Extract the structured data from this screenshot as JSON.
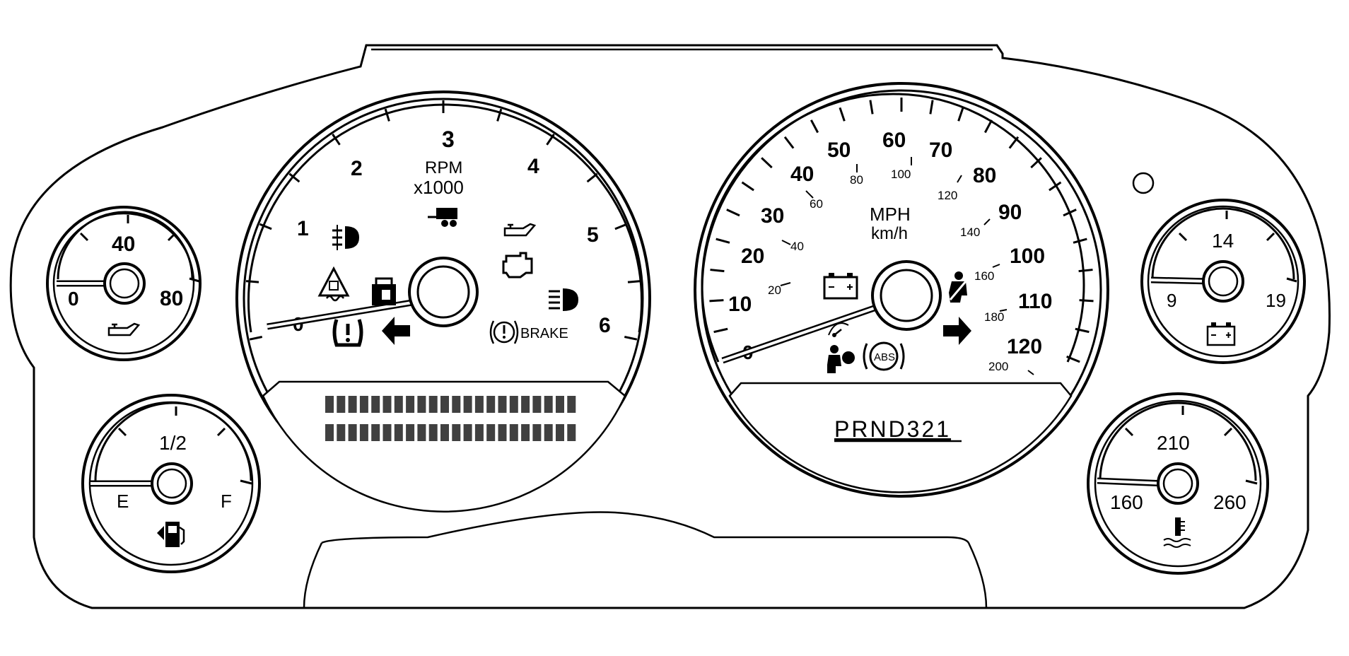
{
  "tachometer": {
    "labels": [
      "1",
      "2",
      "3",
      "4",
      "5",
      "6"
    ],
    "zero_label": "0",
    "title": "RPM",
    "multiplier": "x1000",
    "brake_label": "BRAKE",
    "needle_value": 0.2
  },
  "speedometer": {
    "mph_labels": [
      "10",
      "20",
      "30",
      "40",
      "50",
      "60",
      "70",
      "80",
      "90",
      "100",
      "110",
      "120"
    ],
    "zero_label": "0",
    "kmh_labels": [
      "20",
      "40",
      "60",
      "80",
      "100",
      "120",
      "140",
      "160",
      "180",
      "200"
    ],
    "unit_primary": "MPH",
    "unit_secondary": "km/h",
    "abs_label": "ABS",
    "needle_value": 5
  },
  "oil_pressure": {
    "min": "0",
    "mid": "40",
    "max": "80",
    "needle_value": 0
  },
  "fuel": {
    "empty": "E",
    "half": "1/2",
    "full": "F",
    "needle_value": 0
  },
  "voltmeter": {
    "min": "9",
    "mid": "14",
    "max": "19",
    "needle_value": 9
  },
  "coolant_temp": {
    "min": "160",
    "mid": "210",
    "max": "260",
    "needle_value": 160
  },
  "gear_selector": {
    "text": "PRND321"
  },
  "icons": [
    "fog-lamp-icon",
    "trailer-icon",
    "oil-can-icon",
    "check-engine-icon",
    "stability-control-icon",
    "fuel-door-icon",
    "high-beam-icon",
    "tire-pressure-icon",
    "turn-left-icon",
    "brake-warning-icon",
    "battery-icon",
    "seatbelt-icon",
    "cruise-icon",
    "airbag-icon",
    "abs-icon",
    "turn-right-icon",
    "fuel-pump-icon",
    "coolant-thermometer-icon",
    "security-led-icon"
  ]
}
